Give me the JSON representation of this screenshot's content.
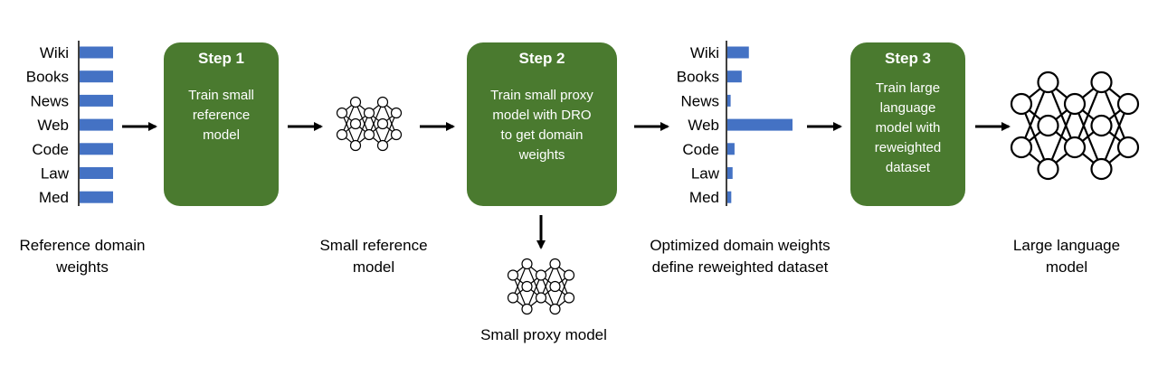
{
  "domains": [
    "Wiki",
    "Books",
    "News",
    "Web",
    "Code",
    "Law",
    "Med"
  ],
  "reference_weights": [
    1,
    1,
    1,
    1,
    1,
    1,
    1
  ],
  "optimized_weights": [
    0.33,
    0.22,
    0.05,
    1.0,
    0.11,
    0.08,
    0.06
  ],
  "bar_color": "#4472c4",
  "step_color": "#4a7a2f",
  "steps": [
    {
      "title": "Step 1",
      "lines": [
        "Train small",
        "reference",
        "model"
      ]
    },
    {
      "title": "Step 2",
      "lines": [
        "Train small proxy",
        "model with DRO",
        "to get domain",
        "weights"
      ]
    },
    {
      "title": "Step 3",
      "lines": [
        "Train large",
        "language",
        "model with",
        "reweighted",
        "dataset"
      ]
    }
  ],
  "captions": {
    "reference_weights": [
      "Reference domain",
      "weights"
    ],
    "small_reference_model": [
      "Small reference",
      "model"
    ],
    "optimized_weights": [
      "Optimized domain weights",
      "define reweighted dataset"
    ],
    "large_language_model": [
      "Large language",
      "model"
    ],
    "small_proxy_model": [
      "Small proxy model"
    ]
  }
}
